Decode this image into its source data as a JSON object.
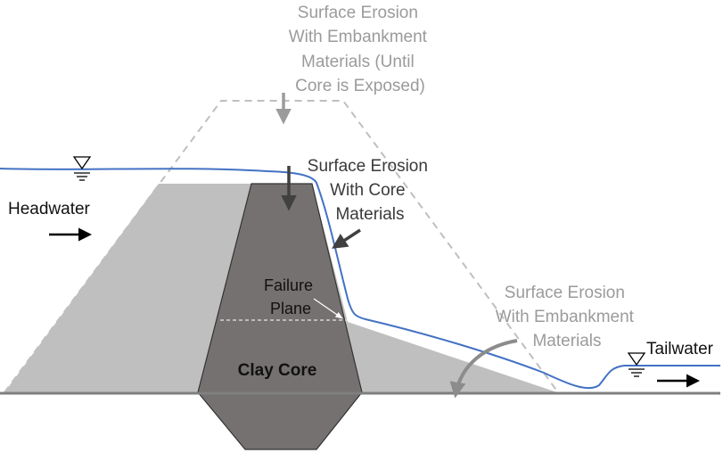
{
  "labels": {
    "top_erosion": [
      "Surface Erosion",
      "With Embankment",
      "Materials (Until",
      "Core is Exposed)"
    ],
    "core_erosion": [
      "Surface Erosion",
      "With Core",
      "Materials"
    ],
    "downstream_erosion": [
      "Surface Erosion",
      "With Embankment",
      "Materials"
    ],
    "failure_plane": [
      "Failure",
      "Plane"
    ],
    "headwater": "Headwater",
    "tailwater": "Tailwater",
    "clay_core": "Clay Core"
  },
  "colors": {
    "embankment": "#bfbfbf",
    "core": "#767171",
    "water_line": "#4472c4",
    "ground": "#7f7f7f",
    "original_outline": "#bfbfbf",
    "grey_text": "#9b9b9b",
    "dark_text": "#3a3a3a"
  },
  "icons": [
    "water-level-triangle-icon",
    "flow-arrow-icon",
    "erosion-arrow-icon",
    "curved-arrow-icon"
  ]
}
